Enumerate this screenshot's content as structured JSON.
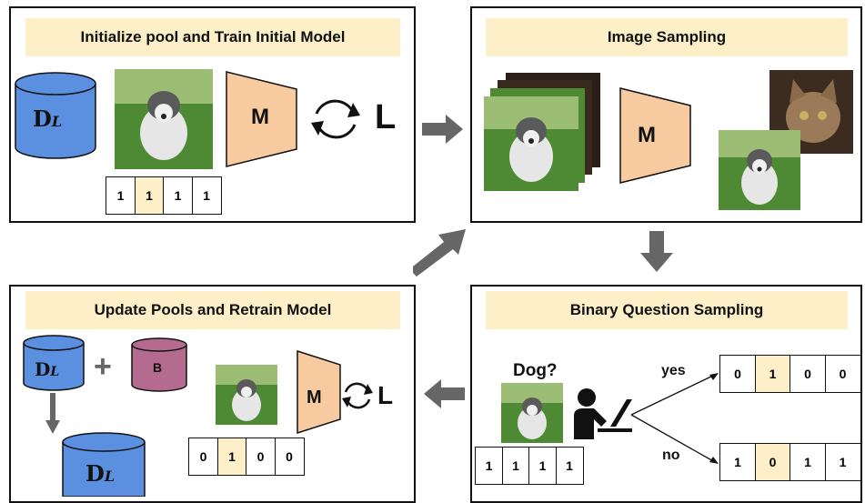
{
  "panels": {
    "init": {
      "title": "Initialize pool and Train Initial Model",
      "dataset_main": "D",
      "dataset_sub": "L",
      "model": "M",
      "loss": "L",
      "labels": [
        "1",
        "1",
        "1",
        "1"
      ],
      "highlight": 1
    },
    "image_sampling": {
      "title": "Image Sampling",
      "model": "M"
    },
    "binary": {
      "title": "Binary Question Sampling",
      "question": "Dog?",
      "yes": "yes",
      "no": "no",
      "labels": [
        "1",
        "1",
        "1",
        "1"
      ],
      "yes_labels": [
        "0",
        "1",
        "0",
        "0"
      ],
      "yes_highlight": 1,
      "no_labels": [
        "1",
        "0",
        "1",
        "1"
      ],
      "no_highlight": 1
    },
    "update": {
      "title": "Update Pools and Retrain Model",
      "dataset_main": "D",
      "dataset_sub": "L",
      "plus": "+",
      "pool_b": "B",
      "model": "M",
      "loss": "L",
      "labels": [
        "0",
        "1",
        "0",
        "0"
      ],
      "highlight": 1
    }
  },
  "colors": {
    "title_bg": "#fdefc8",
    "dataset_fill": "#5b8fe0",
    "pool_b_fill": "#b46b8f",
    "model_fill": "#f7caa0",
    "arrow": "#666666"
  }
}
